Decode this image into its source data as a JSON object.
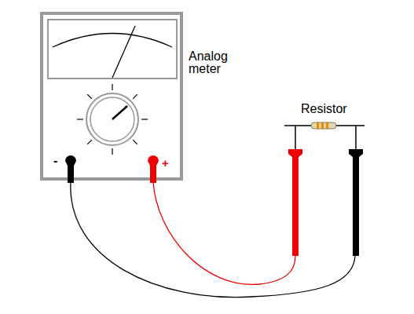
{
  "diagram": {
    "labels": [
      "Analog meter",
      "Resistor",
      "-",
      "+"
    ]
  }
}
